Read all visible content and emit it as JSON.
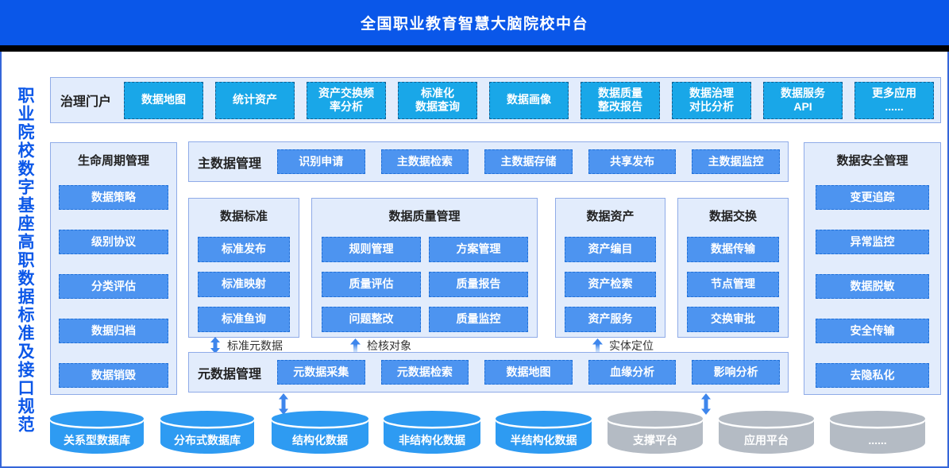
{
  "title": "全国职业教育智慧大脑院校中台",
  "side_label": "职业院校数字基座高职数据标准及接口规范",
  "colors": {
    "brand_blue": "#0A57E9",
    "cyan_button": "#19A7E8",
    "blue_button": "#4D94F0",
    "panel_bg": "#E2ECFC",
    "panel_border": "#8FABE8",
    "cylinder_blue": "#2E9BF2",
    "cylinder_gray": "#B4BBC4",
    "arrow_blue": "#3E86EC"
  },
  "portal": {
    "label": "治理门户",
    "buttons": [
      "数据地图",
      "统计资产",
      "资产交换频\n率分析",
      "标准化\n数据查询",
      "数据画像",
      "数据质量\n整改报告",
      "数据治理\n对比分析",
      "数据服务\nAPI",
      "更多应用\n......"
    ]
  },
  "lifecycle": {
    "title": "生命周期管理",
    "buttons": [
      "数据策略",
      "级别协议",
      "分类评估",
      "数据归档",
      "数据销毁"
    ]
  },
  "master_data": {
    "label": "主数据管理",
    "buttons": [
      "识别申请",
      "主数据检索",
      "主数据存储",
      "共享发布",
      "主数据监控"
    ]
  },
  "data_standard": {
    "title": "数据标准",
    "buttons": [
      "标准发布",
      "标准映射",
      "标准鱼询"
    ]
  },
  "data_quality": {
    "title": "数据质量管理",
    "buttons": [
      "规则管理",
      "方案管理",
      "质量评估",
      "质量报告",
      "问题整改",
      "质量监控"
    ]
  },
  "data_asset": {
    "title": "数据资产",
    "buttons": [
      "资产编目",
      "资产检索",
      "资产服务"
    ]
  },
  "data_exchange": {
    "title": "数据交换",
    "buttons": [
      "数据传输",
      "节点管理",
      "交换审批"
    ]
  },
  "security": {
    "title": "数据安全管理",
    "buttons": [
      "变更追踪",
      "异常监控",
      "数据脱敏",
      "安全传输",
      "去隐私化"
    ]
  },
  "metadata": {
    "label": "元数据管理",
    "buttons": [
      "元数据采集",
      "元数据检索",
      "数据地图",
      "血缘分析",
      "影响分析"
    ]
  },
  "connectors": [
    {
      "label": "标准元数据",
      "type": "double"
    },
    {
      "label": "检核对象",
      "type": "up"
    },
    {
      "label": "实体定位",
      "type": "up"
    }
  ],
  "datasources": [
    {
      "label": "关系型数据库",
      "color": "blue"
    },
    {
      "label": "分布式数据库",
      "color": "blue"
    },
    {
      "label": "结构化数据",
      "color": "blue"
    },
    {
      "label": "非结构化数据",
      "color": "blue"
    },
    {
      "label": "半结构化数据",
      "color": "blue"
    },
    {
      "label": "支撑平台",
      "color": "gray"
    },
    {
      "label": "应用平台",
      "color": "gray"
    },
    {
      "label": "......",
      "color": "gray"
    }
  ]
}
